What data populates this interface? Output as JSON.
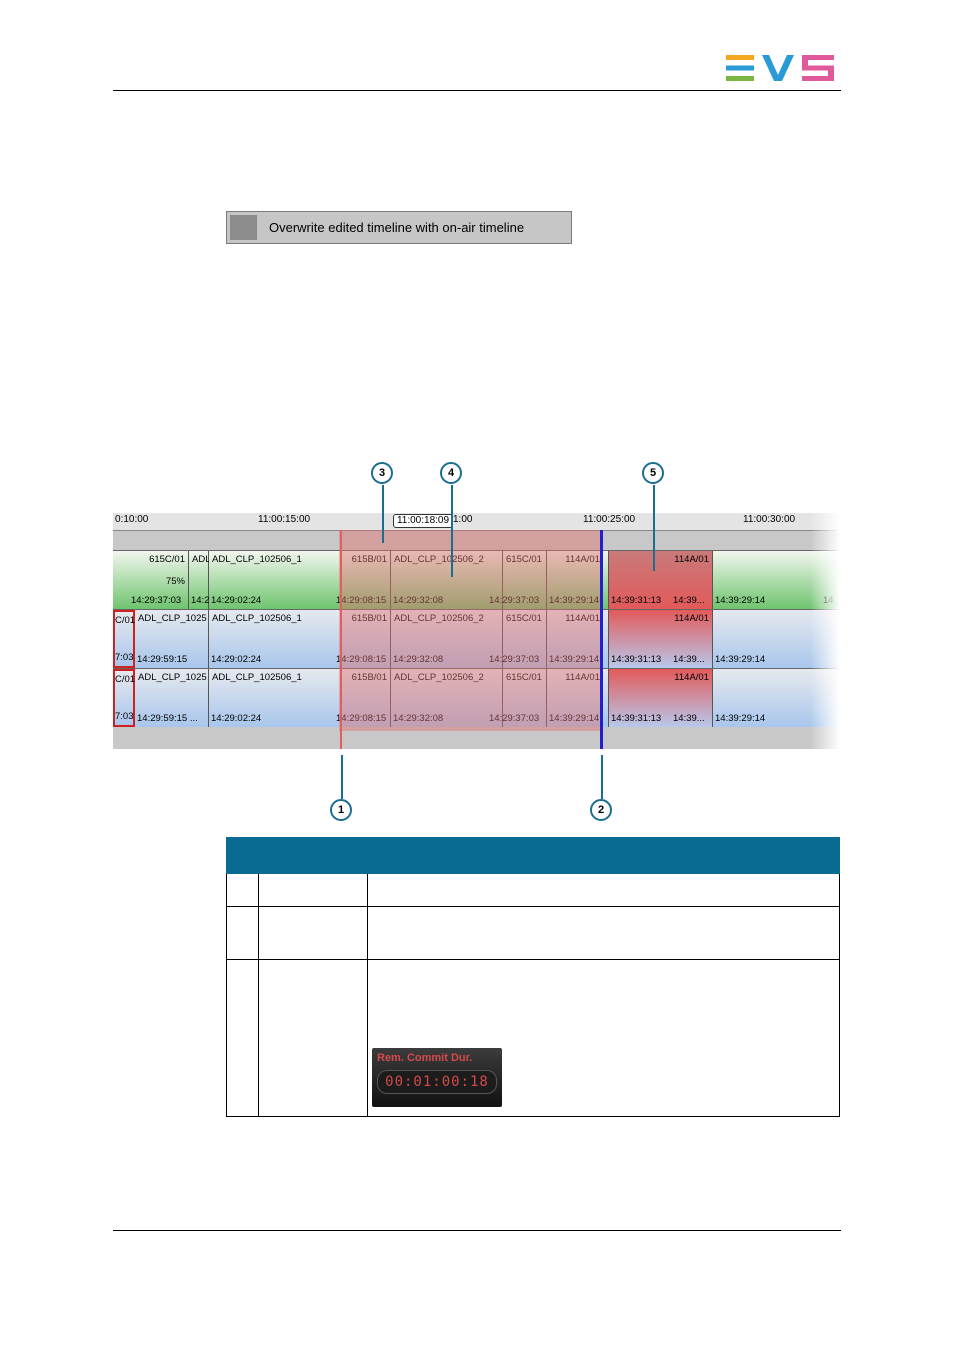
{
  "header": {
    "logo_text": "EVS"
  },
  "overwrite_button": {
    "label": "Overwrite edited timeline with on-air timeline"
  },
  "timeline": {
    "ruler_labels": [
      "0:10:00",
      "11:00:15:00",
      "11:00:18:09",
      "1:00",
      "11:00:25:00",
      "11:00:30:00"
    ],
    "current_time": "11:00:18:09",
    "tracks": [
      {
        "clips": [
          {
            "name": "615C/01",
            "tc": "14:29:37:03",
            "pct": "75%"
          },
          {
            "name": "ADL",
            "tc": "14:2"
          },
          {
            "name": "ADL_CLP_102506_1",
            "tc": "14:29:02:24"
          },
          {
            "name": "615B/01",
            "tc": "14:29:08:15"
          },
          {
            "name": "ADL_CLP_102506_2",
            "tc": "14:29:32:08"
          },
          {
            "name": "615C/01",
            "tc": "14:29:37:03"
          },
          {
            "name": "114A/01",
            "tc": "14:39:29:14"
          },
          {
            "name": "114A/01",
            "tc": "14:39:31:13"
          },
          {
            "name": "",
            "tc": "14:39..."
          },
          {
            "name": "",
            "tc": "14:39:29:14"
          },
          {
            "name": "",
            "tc": "14"
          }
        ]
      },
      {
        "clips": [
          {
            "name": "C/01",
            "tc": "7:03"
          },
          {
            "name": "ADL_CLP_1025",
            "tc": "14:29:59:15"
          },
          {
            "name": "ADL_CLP_102506_1",
            "tc": "14:29:02:24"
          },
          {
            "name": "615B/01",
            "tc": "14:29:08:15"
          },
          {
            "name": "ADL_CLP_102506_2",
            "tc": "14:29:32:08"
          },
          {
            "name": "615C/01",
            "tc": "14:29:37:03"
          },
          {
            "name": "114A/01",
            "tc": "14:39:29:14"
          },
          {
            "name": "114A/01",
            "tc": "14:39:31:13"
          },
          {
            "name": "",
            "tc": "14:39..."
          },
          {
            "name": "",
            "tc": "14:39:29:14"
          }
        ]
      },
      {
        "clips": [
          {
            "name": "C/01",
            "tc": "7:03"
          },
          {
            "name": "ADL_CLP_1025",
            "tc": "14:29:59:15 ..."
          },
          {
            "name": "ADL_CLP_102506_1",
            "tc": "14:29:02:24"
          },
          {
            "name": "615B/01",
            "tc": "14:29:08:15"
          },
          {
            "name": "ADL_CLP_102506_2",
            "tc": "14:29:32:08"
          },
          {
            "name": "615C/01",
            "tc": "14:29:37:03"
          },
          {
            "name": "114A/01",
            "tc": "14:39:29:14"
          },
          {
            "name": "114A/01",
            "tc": "14:39:31:13"
          },
          {
            "name": "",
            "tc": "14:39..."
          },
          {
            "name": "",
            "tc": "14:39:29:14"
          }
        ]
      }
    ]
  },
  "callouts": [
    "1",
    "2",
    "3",
    "4",
    "5"
  ],
  "rem_commit": {
    "label": "Rem. Commit Dur.",
    "value": "00:01:00:18"
  }
}
